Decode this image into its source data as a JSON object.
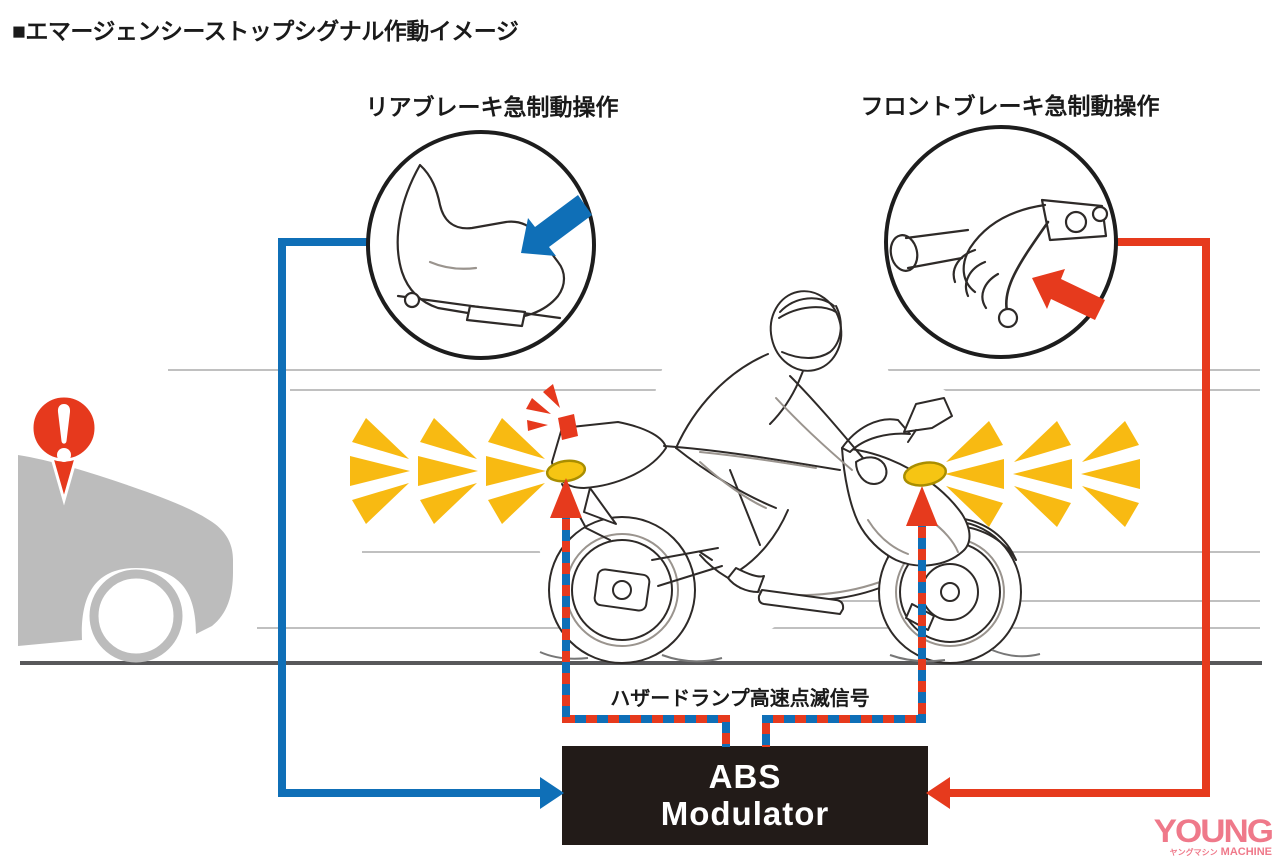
{
  "title": "■エマージェンシーストップシグナル作動イメージ",
  "annotations": {
    "rear_brake_label": "リアブレーキ急制動操作",
    "front_brake_label": "フロントブレーキ急制動操作",
    "hazard_signal_label": "ハザードランプ高速点滅信号"
  },
  "abs_module": {
    "line1": "ABS",
    "line2": "Modulator"
  },
  "watermark": {
    "word": "YOUNG",
    "katakana": "ヤングマシン",
    "word2": "MACHINE"
  },
  "icons": {
    "warning": "exclamation-warning-icon",
    "rear_brake_arrow": "blue-press-arrow-icon",
    "front_brake_arrow": "red-press-arrow-icon",
    "hazard_flash": "flash-rays-icon"
  },
  "colors": {
    "rear_brake_blue": "#0f6fb7",
    "front_brake_red": "#e63a1d",
    "hazard_yellow": "#f8ba12",
    "signal_lamp_yellow": "#f6c513",
    "car_gray": "#bcbcbc",
    "ground_gray": "#58585a",
    "abs_box_black": "#221b18",
    "watermark_pink": "#ef798a"
  }
}
